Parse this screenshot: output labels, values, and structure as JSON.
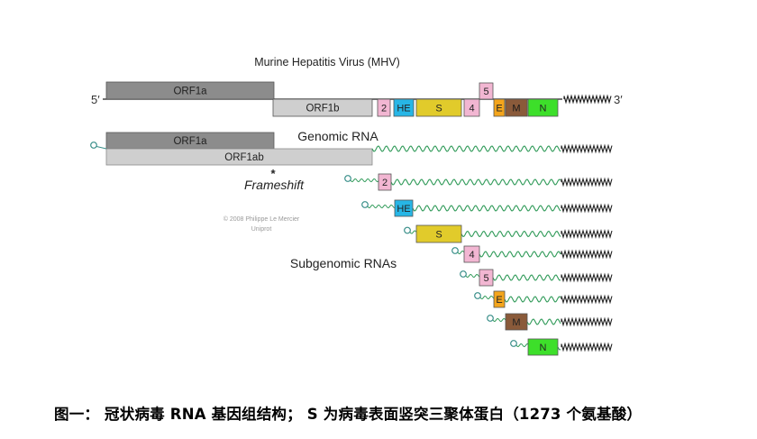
{
  "title": "Murine Hepatitis Virus (MHV)",
  "genome": {
    "five_prime": "5′",
    "three_prime": "3′",
    "genes": [
      {
        "id": "orf1a",
        "label": "ORF1a",
        "color": "#8c8c8c"
      },
      {
        "id": "orf1b",
        "label": "ORF1b",
        "color": "#cfcfcf"
      },
      {
        "id": "2",
        "label": "2",
        "color": "#f2b6d2"
      },
      {
        "id": "he",
        "label": "HE",
        "color": "#27b6e6"
      },
      {
        "id": "s",
        "label": "S",
        "color": "#e1cb2b"
      },
      {
        "id": "4",
        "label": "4",
        "color": "#f2b6d2"
      },
      {
        "id": "5",
        "label": "5",
        "color": "#f2b6d2"
      },
      {
        "id": "e",
        "label": "E",
        "color": "#f4a51c"
      },
      {
        "id": "m",
        "label": "M",
        "color": "#8a5a3a"
      },
      {
        "id": "n",
        "label": "N",
        "color": "#3ddf2a"
      }
    ]
  },
  "genomic": {
    "label": "Genomic RNA",
    "orf1a_label": "ORF1a",
    "orf1ab_label": "ORF1ab",
    "frameshift_label": "Frameshift",
    "frameshift_mark": "*"
  },
  "subgenomic": {
    "label": "Subgenomic RNAs",
    "rnas": [
      {
        "gene": "2",
        "label": "2",
        "color": "#f2b6d2"
      },
      {
        "gene": "he",
        "label": "HE",
        "color": "#27b6e6"
      },
      {
        "gene": "s",
        "label": "S",
        "color": "#e1cb2b"
      },
      {
        "gene": "4",
        "label": "4",
        "color": "#f2b6d2"
      },
      {
        "gene": "5",
        "label": "5",
        "color": "#f2b6d2"
      },
      {
        "gene": "e",
        "label": "E",
        "color": "#f4a51c"
      },
      {
        "gene": "m",
        "label": "M",
        "color": "#8a5a3a"
      },
      {
        "gene": "n",
        "label": "N",
        "color": "#3ddf2a"
      }
    ]
  },
  "credit": [
    "© 2008 Philippe Le Mercier",
    "Uniprot"
  ],
  "caption": "图一： 冠状病毒 RNA 基因组结构； S 为病毒表面竖突三聚体蛋白（1273 个氨基酸）",
  "colors": {
    "rna_wave": "#2f9a58",
    "cap": "#3a8f8a",
    "backbone": "#444444"
  }
}
